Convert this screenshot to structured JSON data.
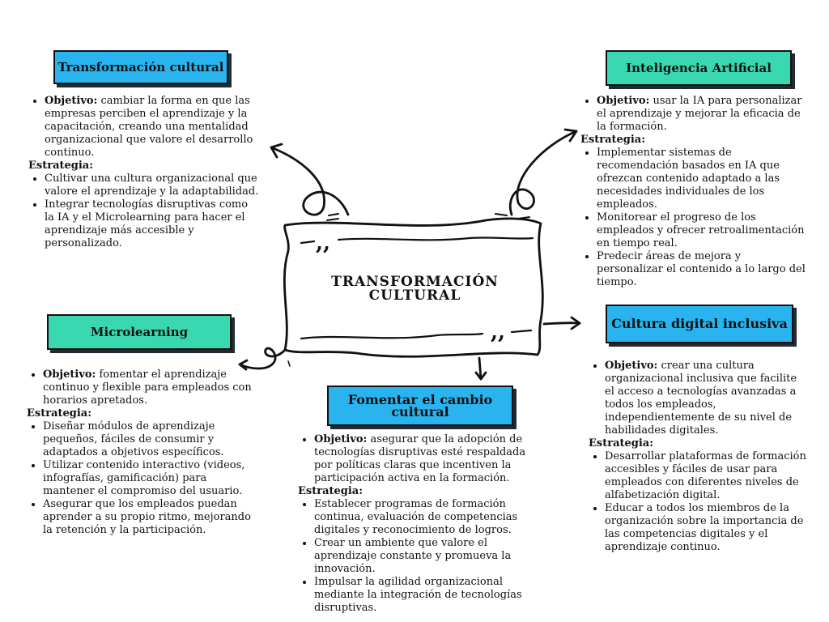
{
  "center": {
    "title": "TRANSFORMACIÓN CULTURAL"
  },
  "nodes": {
    "transformacion": {
      "title": "Transformación cultural",
      "objetivo_label": "Objetivo:",
      "objetivo": "cambiar la forma en que las empresas perciben el aprendizaje y la capacitación, creando una mentalidad organizacional que valore el desarrollo continuo.",
      "estrategia_label": "Estrategia:",
      "items": [
        "Cultivar una cultura organizacional que valore el aprendizaje y la adaptabilidad.",
        "Integrar tecnologías disruptivas como la IA y el Microlearning para hacer el aprendizaje más accesible y personalizado."
      ]
    },
    "ia": {
      "title": "Inteligencia Artificial",
      "objetivo_label": "Objetivo:",
      "objetivo": "usar la IA para personalizar el aprendizaje y mejorar la eficacia de la formación.",
      "estrategia_label": "Estrategia:",
      "items": [
        "Implementar sistemas de recomendación basados en IA que ofrezcan contenido adaptado a las necesidades individuales de los empleados.",
        "Monitorear el progreso de los empleados y ofrecer retroalimentación en tiempo real.",
        "Predecir áreas de mejora y personalizar el contenido a lo largo del tiempo."
      ]
    },
    "micro": {
      "title": "Microlearning",
      "objetivo_label": "Objetivo:",
      "objetivo": "fomentar el aprendizaje continuo y flexible para empleados con horarios apretados.",
      "estrategia_label": "Estrategia:",
      "items": [
        "Diseñar módulos de aprendizaje pequeños, fáciles de consumir y adaptados a objetivos específicos.",
        "Utilizar contenido interactivo (videos, infografías, gamificación) para mantener el compromiso del usuario.",
        "Asegurar que los empleados puedan aprender a su propio ritmo, mejorando la retención y la participación."
      ]
    },
    "digital": {
      "title": "Cultura digital inclusiva",
      "objetivo_label": "Objetivo:",
      "objetivo": "crear una cultura organizacional inclusiva que facilite el acceso a tecnologías avanzadas a todos los empleados, independientemente de su nivel de habilidades digitales.",
      "estrategia_label": "Estrategia:",
      "items": [
        "Desarrollar plataformas de formación accesibles y fáciles de usar para empleados con diferentes niveles de alfabetización digital.",
        "Educar a todos los miembros de la organización sobre la importancia de las competencias digitales y el aprendizaje continuo."
      ]
    },
    "cambio": {
      "title": "Fomentar el cambio cultural",
      "objetivo_label": "Objetivo:",
      "objetivo": "asegurar que la adopción de tecnologías disruptivas esté respaldada por políticas claras que incentiven la participación activa en la formación.",
      "estrategia_label": "Estrategia:",
      "items": [
        "Establecer programas de formación continua, evaluación de competencias digitales y reconocimiento de logros.",
        "Crear un ambiente que valore el aprendizaje constante y promueva la innovación.",
        "Impulsar la agilidad organizacional mediante la integración de tecnologías disruptivas."
      ]
    }
  },
  "colors": {
    "blue": "#2ab4ef",
    "teal": "#3ad8b0",
    "ink": "#111111"
  }
}
